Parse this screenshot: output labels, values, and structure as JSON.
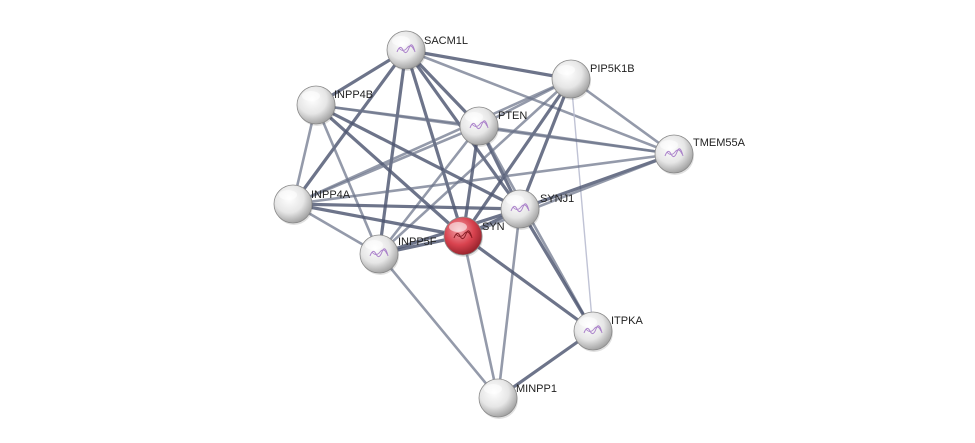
{
  "nodes": [
    {
      "id": "SACM1L",
      "label": "SACM1L",
      "color": "#e8e8e8",
      "icon": "protein-structure"
    },
    {
      "id": "PIP5K1B",
      "label": "PIP5K1B",
      "color": "#e8e8e8",
      "icon": "none"
    },
    {
      "id": "INPP4B",
      "label": "INPP4B",
      "color": "#e8e8e8",
      "icon": "none"
    },
    {
      "id": "PTEN",
      "label": "PTEN",
      "color": "#e8e8e8",
      "icon": "protein-structure"
    },
    {
      "id": "TMEM55A",
      "label": "TMEM55A",
      "color": "#e8e8e8",
      "icon": "protein-structure"
    },
    {
      "id": "INPP4A",
      "label": "INPP4A",
      "color": "#e8e8e8",
      "icon": "none"
    },
    {
      "id": "SYNJ1",
      "label": "SYNJ1",
      "color": "#e8e8e8",
      "icon": "protein-structure"
    },
    {
      "id": "SYNJ2",
      "label": "SYN",
      "color": "#d9434f",
      "icon": "protein-structure"
    },
    {
      "id": "INPP5F",
      "label": "INPP5F",
      "color": "#e8e8e8",
      "icon": "protein-structure"
    },
    {
      "id": "ITPKA",
      "label": "ITPKA",
      "color": "#e8e8e8",
      "icon": "protein-structure"
    },
    {
      "id": "MINPP1",
      "label": "MINPP1",
      "color": "#e8e8e8",
      "icon": "none"
    }
  ],
  "edges": [
    {
      "from": "SACM1L",
      "to": "PIP5K1B",
      "strength": "strong"
    },
    {
      "from": "SACM1L",
      "to": "INPP4B",
      "strength": "strong"
    },
    {
      "from": "SACM1L",
      "to": "PTEN",
      "strength": "strong"
    },
    {
      "from": "SACM1L",
      "to": "INPP4A",
      "strength": "strong"
    },
    {
      "from": "SACM1L",
      "to": "SYNJ1",
      "strength": "strong"
    },
    {
      "from": "SACM1L",
      "to": "SYNJ2",
      "strength": "strong"
    },
    {
      "from": "SACM1L",
      "to": "INPP5F",
      "strength": "strong"
    },
    {
      "from": "SACM1L",
      "to": "TMEM55A",
      "strength": "medium"
    },
    {
      "from": "PIP5K1B",
      "to": "PTEN",
      "strength": "medium"
    },
    {
      "from": "PIP5K1B",
      "to": "TMEM55A",
      "strength": "medium"
    },
    {
      "from": "PIP5K1B",
      "to": "SYNJ1",
      "strength": "strong"
    },
    {
      "from": "PIP5K1B",
      "to": "SYNJ2",
      "strength": "strong"
    },
    {
      "from": "PIP5K1B",
      "to": "INPP5F",
      "strength": "medium"
    },
    {
      "from": "PIP5K1B",
      "to": "ITPKA",
      "strength": "weak"
    },
    {
      "from": "PIP5K1B",
      "to": "INPP4A",
      "strength": "medium"
    },
    {
      "from": "INPP4B",
      "to": "PTEN",
      "strength": "medium"
    },
    {
      "from": "INPP4B",
      "to": "INPP4A",
      "strength": "medium"
    },
    {
      "from": "INPP4B",
      "to": "SYNJ1",
      "strength": "strong"
    },
    {
      "from": "INPP4B",
      "to": "SYNJ2",
      "strength": "strong"
    },
    {
      "from": "INPP4B",
      "to": "INPP5F",
      "strength": "medium"
    },
    {
      "from": "INPP4B",
      "to": "TMEM55A",
      "strength": "medium"
    },
    {
      "from": "PTEN",
      "to": "INPP4A",
      "strength": "medium"
    },
    {
      "from": "PTEN",
      "to": "SYNJ1",
      "strength": "strong"
    },
    {
      "from": "PTEN",
      "to": "SYNJ2",
      "strength": "strong"
    },
    {
      "from": "PTEN",
      "to": "INPP5F",
      "strength": "medium"
    },
    {
      "from": "PTEN",
      "to": "TMEM55A",
      "strength": "medium"
    },
    {
      "from": "PTEN",
      "to": "ITPKA",
      "strength": "medium"
    },
    {
      "from": "INPP4A",
      "to": "SYNJ1",
      "strength": "strong"
    },
    {
      "from": "INPP4A",
      "to": "SYNJ2",
      "strength": "strong"
    },
    {
      "from": "INPP4A",
      "to": "INPP5F",
      "strength": "medium"
    },
    {
      "from": "INPP4A",
      "to": "TMEM55A",
      "strength": "medium"
    },
    {
      "from": "SYNJ1",
      "to": "SYNJ2",
      "strength": "strong"
    },
    {
      "from": "SYNJ1",
      "to": "INPP5F",
      "strength": "strong"
    },
    {
      "from": "SYNJ1",
      "to": "TMEM55A",
      "strength": "strong"
    },
    {
      "from": "SYNJ1",
      "to": "ITPKA",
      "strength": "strong"
    },
    {
      "from": "SYNJ1",
      "to": "MINPP1",
      "strength": "medium"
    },
    {
      "from": "SYNJ2",
      "to": "INPP5F",
      "strength": "strong"
    },
    {
      "from": "SYNJ2",
      "to": "TMEM55A",
      "strength": "medium"
    },
    {
      "from": "SYNJ2",
      "to": "ITPKA",
      "strength": "strong"
    },
    {
      "from": "SYNJ2",
      "to": "MINPP1",
      "strength": "medium"
    },
    {
      "from": "INPP5F",
      "to": "MINPP1",
      "strength": "medium"
    },
    {
      "from": "ITPKA",
      "to": "MINPP1",
      "strength": "strong"
    }
  ]
}
